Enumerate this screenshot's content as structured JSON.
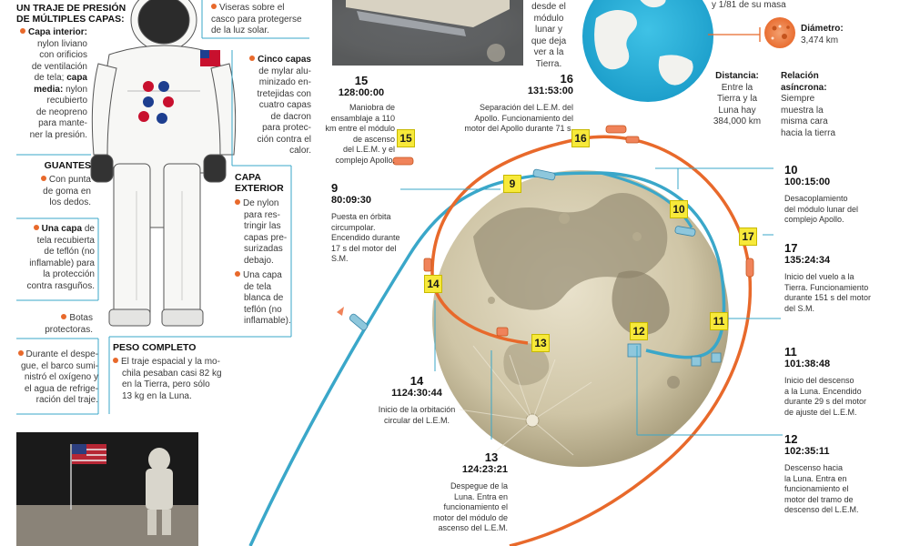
{
  "suit": {
    "title_line1": "UN TRAJE DE PRESIÓN",
    "title_line2": "DE MÚLTIPLES CAPAS:",
    "inner_label": "Capa interior:",
    "inner_text_lines": [
      "nylon liviano",
      "con orificios",
      "de ventilación",
      "de tela;"
    ],
    "middle_label": "capa",
    "middle_label2": "media:",
    "middle_text_lines": [
      "nylon",
      "recubierto",
      "de neopreno",
      "para mante-",
      "ner la presión."
    ],
    "visors_lines": [
      "Viseras sobre el",
      "casco para protegerse",
      "de la luz solar."
    ],
    "mylar_label": "Cinco capas",
    "mylar_lines": [
      "de mylar alu-",
      "minizado en-",
      "tretejidas con",
      "cuatro capas",
      "de dacron",
      "para protec-",
      "ción contra el",
      "calor."
    ],
    "gloves_title": "GUANTES",
    "gloves_lines": [
      "Con punta",
      "de goma en",
      "los dedos."
    ],
    "teflon_label": "Una capa",
    "teflon_lines": [
      "de",
      "tela recubierta",
      "de teflón (no",
      "inflamable) para",
      "la protección",
      "contra rasguños."
    ],
    "outer_title_lines": [
      "CAPA",
      "EXTERIOR"
    ],
    "outer_lines_1": [
      "De nylon",
      "para res-",
      "tringir las",
      "capas pre-",
      "surizadas",
      "debajo."
    ],
    "outer_lines_2": [
      "Una capa",
      "de tela",
      "blanca de",
      "teflón (no",
      "inflamable)."
    ],
    "boots_lines": [
      "Botas",
      "protectoras."
    ],
    "launch_lines": [
      "Durante el despe-",
      "gue, el barco sumi-",
      "nistró el oxígeno y",
      "el agua de refrige-",
      "ración del traje."
    ],
    "weight_title": "PESO COMPLETO",
    "weight_lines": [
      "El traje espacial y la mo-",
      "chila pesaban casi 82 kg",
      "en la Tierra, pero sólo",
      "13 kg en la Luna."
    ]
  },
  "top_photo_caption_lines": [
    "desde el",
    "módulo",
    "lunar y",
    "que deja",
    "ver a la",
    "Tierra."
  ],
  "moon_facts": {
    "mass_text": "y 1/81 de su masa",
    "diameter_label": "Diámetro:",
    "diameter_value": "3,474 km",
    "distance_label": "Distancia:",
    "distance_lines": [
      "Entre la",
      "Tierra y la",
      "Luna hay",
      "384,000 km"
    ],
    "relation_label_lines": [
      "Relación",
      "asíncrona:"
    ],
    "relation_lines": [
      "Siempre",
      "muestra la",
      "misma cara",
      "hacia la tierra"
    ]
  },
  "steps": {
    "s9": {
      "num": "9",
      "time": "80:09:30",
      "lines": [
        "Puesta en órbita",
        "circumpolar.",
        "Encendido durante",
        "17 s del motor del",
        "S.M."
      ]
    },
    "s10": {
      "num": "10",
      "time": "100:15:00",
      "lines": [
        "Desacoplamiento",
        "del módulo lunar del",
        "complejo Apollo."
      ]
    },
    "s11": {
      "num": "11",
      "time": "101:38:48",
      "lines": [
        "Inicio del descenso",
        "a la Luna. Encendido",
        "durante 29 s del motor",
        "de ajuste del L.E.M."
      ]
    },
    "s12": {
      "num": "12",
      "time": "102:35:11",
      "lines": [
        "Descenso hacia",
        "la Luna. Entra en",
        "funcionamiento el",
        "motor del tramo de",
        "descenso del L.E.M."
      ]
    },
    "s13": {
      "num": "13",
      "time": "124:23:21",
      "lines": [
        "Despegue de la",
        "Luna. Entra en",
        "funcionamiento el",
        "motor del módulo de",
        "ascenso del L.E.M."
      ]
    },
    "s14": {
      "num": "14",
      "time": "1124:30:44",
      "lines": [
        "Inicio de la orbitación",
        "circular del L.E.M."
      ]
    },
    "s15": {
      "num": "15",
      "time": "128:00:00",
      "lines": [
        "Maniobra de",
        "ensamblaje a 110",
        "km entre el módulo",
        "de ascenso",
        "del L.E.M. y el",
        "complejo Apollo."
      ]
    },
    "s16": {
      "num": "16",
      "time": "131:53:00",
      "lines": [
        "Separación del L.E.M. del",
        "Apollo. Funcionamiento del",
        "motor del Apollo durante 71 s."
      ]
    },
    "s17": {
      "num": "17",
      "time": "135:24:34",
      "lines": [
        "Inicio del vuelo a la",
        "Tierra. Funcionamiento",
        "durante 151 s del motor",
        "del S.M."
      ]
    }
  },
  "badges": [
    "9",
    "10",
    "11",
    "12",
    "13",
    "14",
    "15",
    "16",
    "17"
  ],
  "colors": {
    "accent_orange": "#e8692b",
    "accent_teal": "#3aa7c9",
    "badge_yellow": "#f7e93a"
  },
  "icons": [
    "astronaut-suit-illustration",
    "earth-globe-icon",
    "moon-disc-icon",
    "spacecraft-icon",
    "lunar-module-icon",
    "flag-on-moon-photo"
  ]
}
